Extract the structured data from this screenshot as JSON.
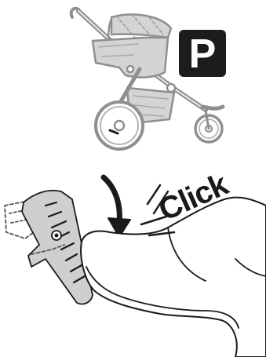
{
  "parking_badge": {
    "letter": "P",
    "background": "#1c1c1c",
    "color": "#ffffff"
  },
  "action_label": "Click",
  "colors": {
    "stroke": "#1a1a1a",
    "stroller_fill": "#d4d4d4",
    "brake_pedal": "#cfcfcf",
    "shoe": "#ffffff"
  },
  "icons": [
    "stroller-icon",
    "parking-brake-badge",
    "press-down-arrow",
    "brake-pedal",
    "shoe",
    "click-motion-lines"
  ]
}
